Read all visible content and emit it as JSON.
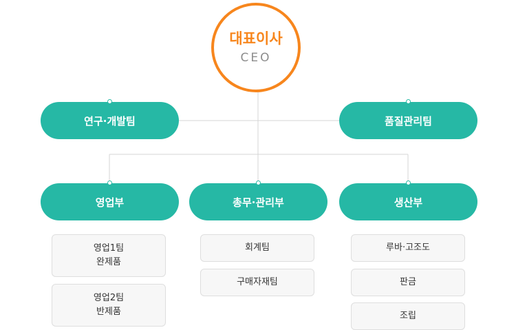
{
  "ceo": {
    "title": "대표이사",
    "subtitle": "CEO"
  },
  "side_teams": {
    "left": "연구·개발팀",
    "right": "품질관리팀"
  },
  "departments": [
    {
      "label": "영업부",
      "teams": [
        [
          "영업1팀",
          "완제품"
        ],
        [
          "영업2팀",
          "반제품"
        ]
      ]
    },
    {
      "label": "총무·관리부",
      "teams": [
        [
          "회계팀"
        ],
        [
          "구매자재팀"
        ]
      ]
    },
    {
      "label": "생산부",
      "teams": [
        [
          "루바·고조도"
        ],
        [
          "판금"
        ],
        [
          "조립"
        ]
      ]
    }
  ],
  "colors": {
    "ceo_accent": "#f7861d",
    "node_fill": "#26b8a5",
    "connector": "#d6d6d6",
    "sub_box_fill": "#f7f7f7"
  }
}
